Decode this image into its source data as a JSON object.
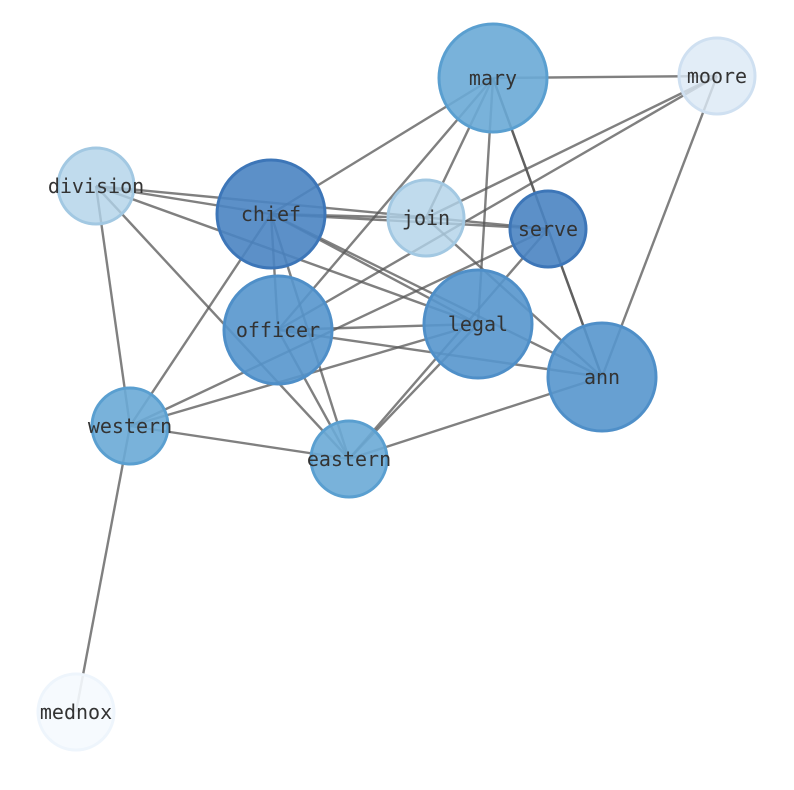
{
  "graph": {
    "nodes": [
      {
        "id": "mary",
        "label": "mary",
        "fill": "#6aaad6",
        "stroke": "#5a9fd0",
        "opacity": 0.9
      },
      {
        "id": "moore",
        "label": "moore",
        "fill": "#dbe8f5",
        "stroke": "#cfe0f1",
        "opacity": 0.8
      },
      {
        "id": "division",
        "label": "division",
        "fill": "#b0d2e8",
        "stroke": "#a2c8e2",
        "opacity": 0.8
      },
      {
        "id": "chief",
        "label": "chief",
        "fill": "#4a84c2",
        "stroke": "#3d76b8",
        "opacity": 0.9
      },
      {
        "id": "join",
        "label": "join",
        "fill": "#b0d2e8",
        "stroke": "#a2c8e2",
        "opacity": 0.8
      },
      {
        "id": "serve",
        "label": "serve",
        "fill": "#4a84c2",
        "stroke": "#3d76b8",
        "opacity": 0.9
      },
      {
        "id": "officer",
        "label": "officer",
        "fill": "#5696cd",
        "stroke": "#4f8fc8",
        "opacity": 0.9
      },
      {
        "id": "legal",
        "label": "legal",
        "fill": "#5696cd",
        "stroke": "#4f8fc8",
        "opacity": 0.9
      },
      {
        "id": "ann",
        "label": "ann",
        "fill": "#5696cd",
        "stroke": "#4f8fc8",
        "opacity": 0.9
      },
      {
        "id": "western",
        "label": "western",
        "fill": "#6aaad6",
        "stroke": "#5a9fd0",
        "opacity": 0.9
      },
      {
        "id": "eastern",
        "label": "eastern",
        "fill": "#6aaad6",
        "stroke": "#5a9fd0",
        "opacity": 0.9
      },
      {
        "id": "mednox",
        "label": "mednox",
        "fill": "#f5f9fe",
        "stroke": "#eef5fc",
        "opacity": 0.9
      }
    ],
    "edges": [
      [
        "mary",
        "moore"
      ],
      [
        "mary",
        "chief"
      ],
      [
        "mary",
        "join"
      ],
      [
        "mary",
        "serve"
      ],
      [
        "mary",
        "officer"
      ],
      [
        "mary",
        "legal"
      ],
      [
        "mary",
        "ann"
      ],
      [
        "moore",
        "join"
      ],
      [
        "moore",
        "officer"
      ],
      [
        "moore",
        "ann"
      ],
      [
        "division",
        "chief"
      ],
      [
        "division",
        "serve"
      ],
      [
        "division",
        "legal"
      ],
      [
        "division",
        "western"
      ],
      [
        "division",
        "eastern"
      ],
      [
        "chief",
        "join"
      ],
      [
        "chief",
        "serve"
      ],
      [
        "chief",
        "officer"
      ],
      [
        "chief",
        "legal"
      ],
      [
        "chief",
        "ann"
      ],
      [
        "chief",
        "western"
      ],
      [
        "chief",
        "eastern"
      ],
      [
        "join",
        "ann"
      ],
      [
        "serve",
        "ann"
      ],
      [
        "serve",
        "western"
      ],
      [
        "serve",
        "eastern"
      ],
      [
        "officer",
        "legal"
      ],
      [
        "officer",
        "ann"
      ],
      [
        "officer",
        "eastern"
      ],
      [
        "legal",
        "western"
      ],
      [
        "legal",
        "eastern"
      ],
      [
        "ann",
        "eastern"
      ],
      [
        "western",
        "eastern"
      ],
      [
        "western",
        "mednox"
      ]
    ]
  }
}
